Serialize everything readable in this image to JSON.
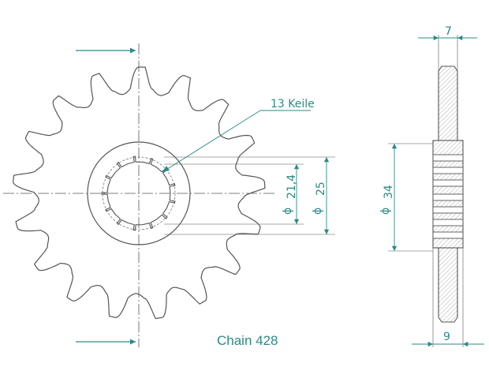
{
  "drawing": {
    "chain_label": "Chain 428",
    "teeth_label": "13 Keile",
    "inner_diameter": "21,4",
    "outer_hub_diameter": "25",
    "side_diameter": "34",
    "width_top": "7",
    "width_bottom": "9",
    "diameter_symbol": "ϕ"
  },
  "colors": {
    "line": "#555555",
    "dimension": "#2c8a86",
    "hatch": "#9a9a9a"
  }
}
